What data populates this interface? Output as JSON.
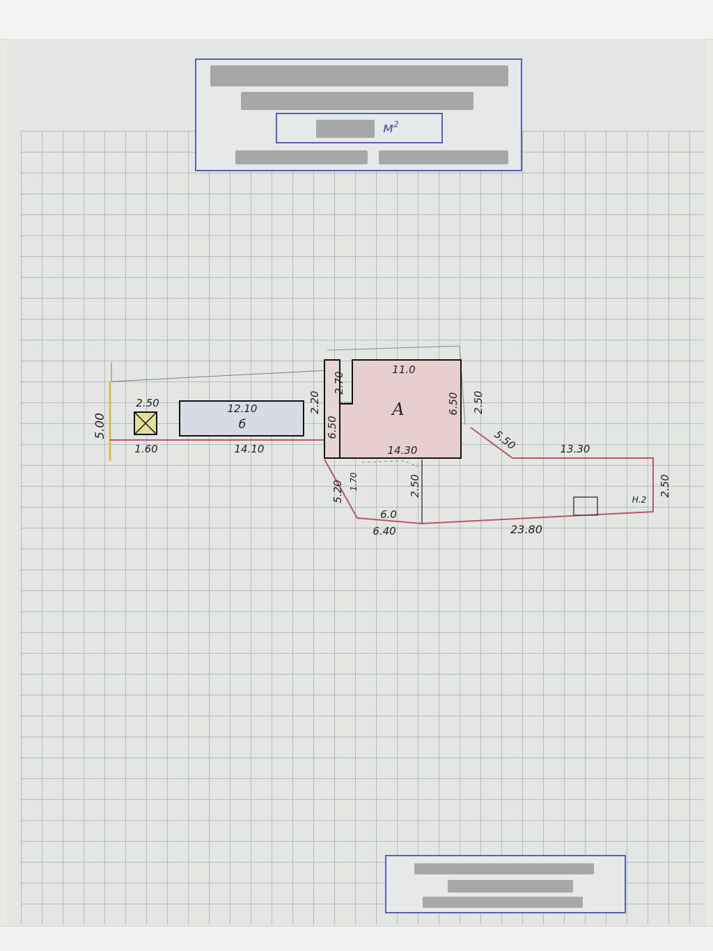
{
  "header_stamp": {
    "area_unit": "м"
  },
  "plan": {
    "building_a_label": "А",
    "building_b_label": "б",
    "feature_label": "Н.2",
    "dimensions": {
      "left_height": "5.00",
      "well_width": "2.50",
      "well_offset": "1.60",
      "shed_length": "12.10",
      "fence_left": "14.10",
      "shed_gap": "2.20",
      "a_notch_top": "2.70",
      "a_notch_side": "6.50",
      "a_top": "11.0",
      "a_right": "6.50",
      "a_bottom": "14.30",
      "slope_top": "2.50",
      "slope_diag": "5.50",
      "right_top": "13.30",
      "right_end": "2.50",
      "lower_diag": "5.20",
      "lower_inner": "1.70",
      "lower_mid": "2.50",
      "lower_inner_bottom": "6.0",
      "lower_bottom_left": "6.40",
      "lower_bottom_right": "23.80"
    }
  }
}
